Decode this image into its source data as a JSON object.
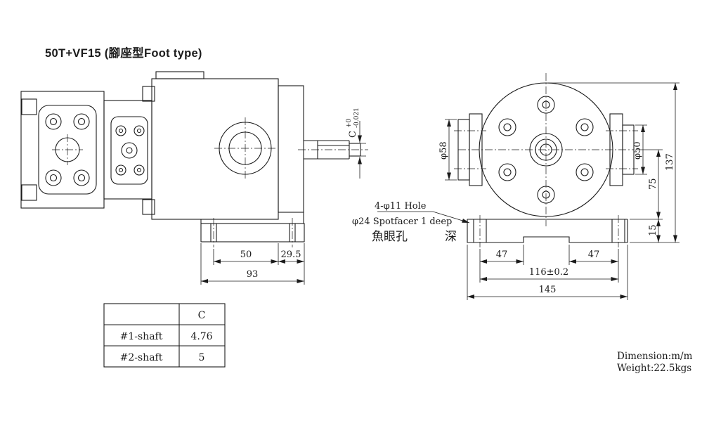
{
  "colors": {
    "ink": "#1b1b1b",
    "background": "#ffffff"
  },
  "title": "50T+VF15 (腳座型Foot type)",
  "left_view": {
    "shaft_dim_letter": "C",
    "shaft_tol_upper": "+0",
    "shaft_tol_lower": "-0.021",
    "dim_width_inner": "50",
    "dim_width_overhang": "29.5",
    "dim_width_total": "93"
  },
  "right_view": {
    "dim_port_left": "φ58",
    "dim_port_right": "φ50",
    "dim_height_total": "137",
    "dim_center_to_base": "75",
    "dim_base_thickness": "15",
    "dim_bolt_to_slot_left": "47",
    "dim_bolt_to_slot_right": "47",
    "dim_bolt_spacing": "116±0.2",
    "dim_base_width": "145"
  },
  "note": {
    "line1": "4-φ11 Hole",
    "line2": "φ24 Spotfacer 1 deep",
    "line3_cjk": "魚眼孔",
    "line3_cjk_deep": "深"
  },
  "shaft_table": {
    "value_header": "C",
    "rows": [
      {
        "label": "#1-shaft",
        "value": "4.76"
      },
      {
        "label": "#2-shaft",
        "value": "5"
      }
    ]
  },
  "footer": {
    "dimension_note": "Dimension:m/m",
    "weight_note": "Weight:22.5kgs"
  }
}
